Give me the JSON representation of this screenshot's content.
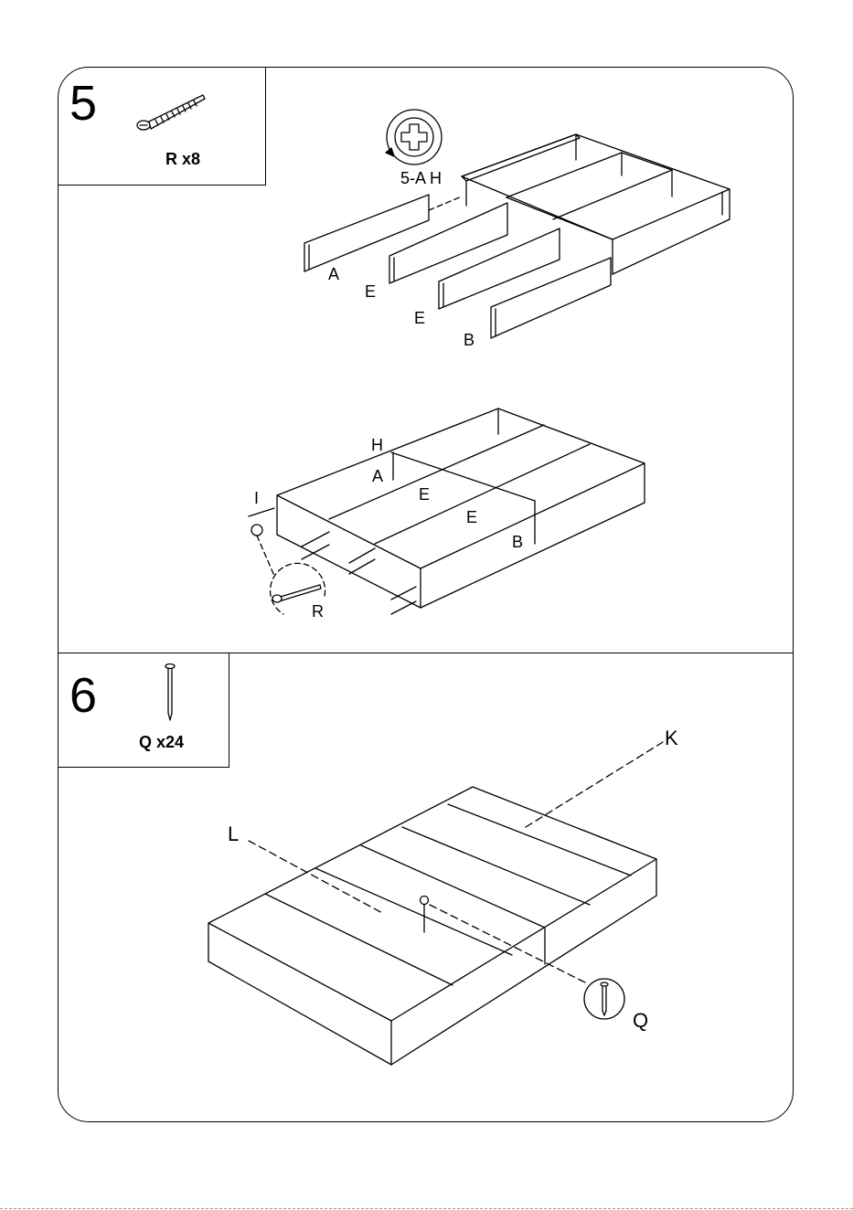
{
  "step5": {
    "number": "5",
    "part_qty": "R x8",
    "callout": "5-A H",
    "labels_top": [
      "A",
      "E",
      "E",
      "B"
    ],
    "labels_bottom": {
      "h": "H",
      "a": "A",
      "e1": "E",
      "e2": "E",
      "b": "B",
      "i": "I",
      "r": "R"
    }
  },
  "step6": {
    "number": "6",
    "part_qty": "Q x24",
    "labels": {
      "k": "K",
      "l": "L",
      "q": "Q"
    }
  }
}
